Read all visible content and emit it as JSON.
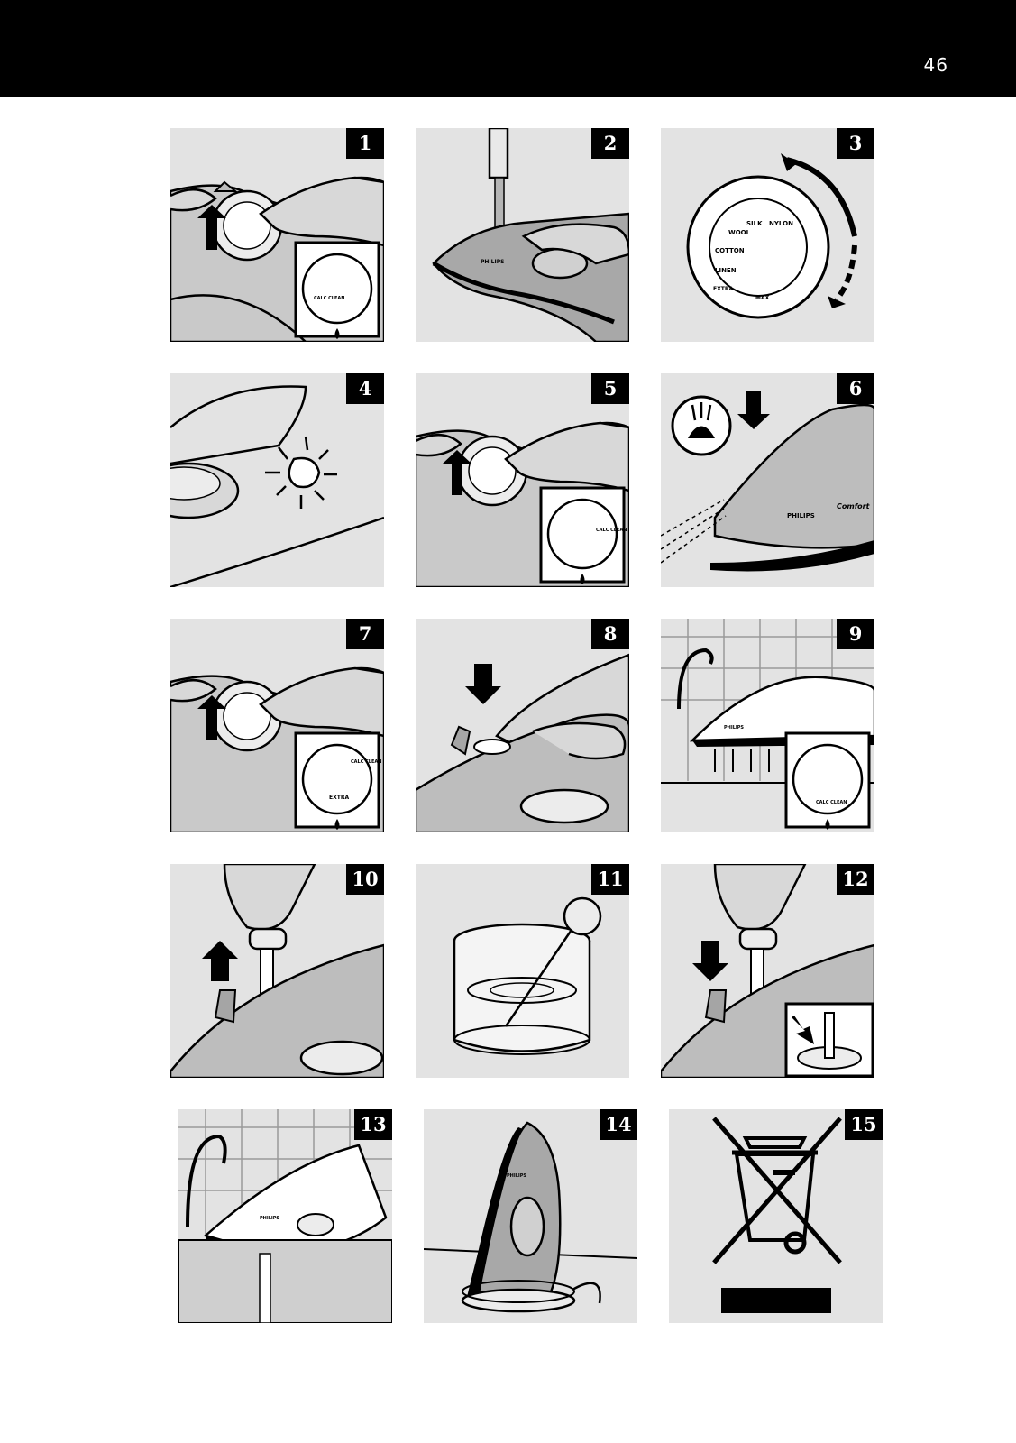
{
  "page_number": "46",
  "panels": [
    {
      "number": "1",
      "dial_text": "CALC CLEAN"
    },
    {
      "number": "2",
      "brand": "PHILIPS"
    },
    {
      "number": "3",
      "dial_labels": [
        "NYLON",
        "SILK",
        "WOOL",
        "COTTON",
        "LINEN",
        "EXTRA",
        "MAX"
      ]
    },
    {
      "number": "4"
    },
    {
      "number": "5",
      "dial_text": "CALC CLEAN"
    },
    {
      "number": "6",
      "brand": "PHILIPS",
      "model": "Comfort"
    },
    {
      "number": "7",
      "dial_text": "CALC CLEAN",
      "extra_text": "EXTRA"
    },
    {
      "number": "8"
    },
    {
      "number": "9",
      "dial_text": "CALC CLEAN",
      "brand": "PHILIPS"
    },
    {
      "number": "10"
    },
    {
      "number": "11"
    },
    {
      "number": "12"
    },
    {
      "number": "13",
      "brand": "PHILIPS"
    },
    {
      "number": "14",
      "brand": "PHILIPS"
    },
    {
      "number": "15"
    }
  ]
}
